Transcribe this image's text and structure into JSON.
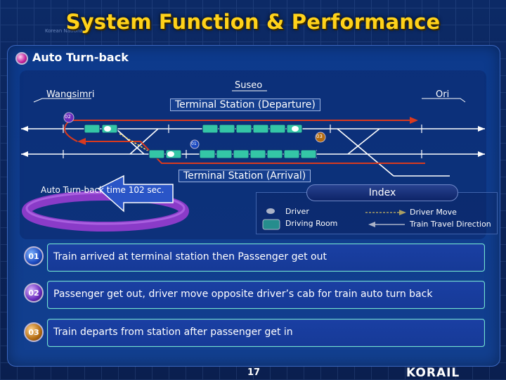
{
  "header": {
    "title": "System Function & Performance",
    "logo_small_text": "Korean Nationa"
  },
  "section": {
    "title": "Auto Turn-back"
  },
  "diagram": {
    "stations": {
      "top": "Suseo",
      "left": "Wangsimri",
      "right": "Ori"
    },
    "terminal_departure": "Terminal Station (Departure)",
    "terminal_arrival": "Terminal Station (Arrival)",
    "turnback_time": "Auto Turn-back time 102 sec.",
    "markers": {
      "m1": "01",
      "m2": "02",
      "m3": "03"
    }
  },
  "legend": {
    "title": "Index",
    "driver": "Driver",
    "driving_room": "Driving Room",
    "driver_move": "Driver Move",
    "train_direction": "Train Travel Direction"
  },
  "steps": [
    {
      "number": "01",
      "text": "Train arrived at terminal station then Passenger get out"
    },
    {
      "number": "02",
      "text": "Passenger get out, driver move opposite driver’s cab for train auto turn back"
    },
    {
      "number": "03",
      "text": "Train departs from station after passenger get in"
    }
  ],
  "footer": {
    "page": "17",
    "brand": "KORAIL"
  },
  "colors": {
    "title": "#ffd21a",
    "step_border": "#6fe3d0",
    "route_red": "#d93a1f",
    "car_fill": "#34c6a6"
  }
}
